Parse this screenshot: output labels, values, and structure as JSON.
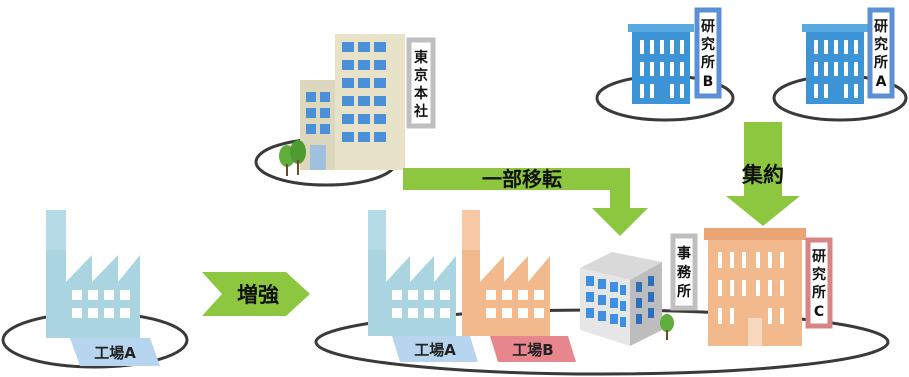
{
  "headquarters": {
    "label_chars": [
      "東",
      "京",
      "本",
      "社"
    ]
  },
  "lab_b": {
    "label_chars": [
      "研",
      "究",
      "所",
      "B"
    ]
  },
  "lab_a": {
    "label_chars": [
      "研",
      "究",
      "所",
      "A"
    ]
  },
  "lab_c": {
    "label_chars": [
      "研",
      "究",
      "所",
      "C"
    ]
  },
  "office": {
    "label_chars": [
      "事",
      "務",
      "所"
    ]
  },
  "factory_a_left": {
    "label": "工場A"
  },
  "factory_a_right": {
    "label": "工場A"
  },
  "factory_b": {
    "label": "工場B"
  },
  "arrows": {
    "reinforce": "増強",
    "partial_transfer": "一部移転",
    "consolidate": "集約"
  },
  "colors": {
    "arrow_green": "#8dc63f",
    "factory_blue": "#a9d4e0",
    "factory_orange": "#f2b98d",
    "lab_blue": "#3c94d6",
    "label_border_grey": "#bfbfbf",
    "label_border_blue": "#5b8fd6",
    "label_border_pink": "#d98484"
  }
}
